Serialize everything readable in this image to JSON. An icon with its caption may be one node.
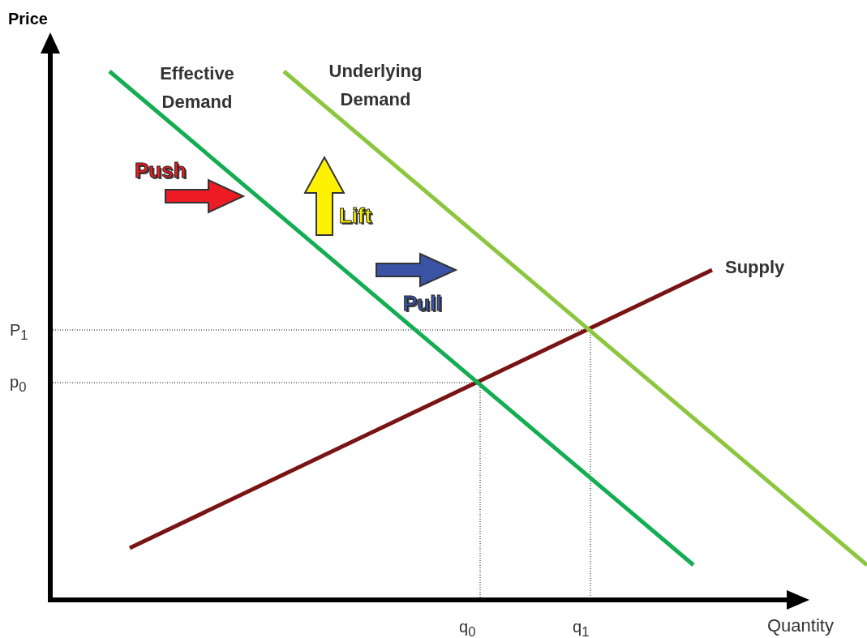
{
  "diagram": {
    "labels": [
      "Price",
      "Effective Demand",
      "Underlying Demand",
      "Push",
      "Lift",
      "Pull",
      "Supply",
      "P$_{1}$",
      "p$_{0}$",
      "q$_{0}$",
      "q$_{1}$",
      "Quantity"
    ]
  }
}
